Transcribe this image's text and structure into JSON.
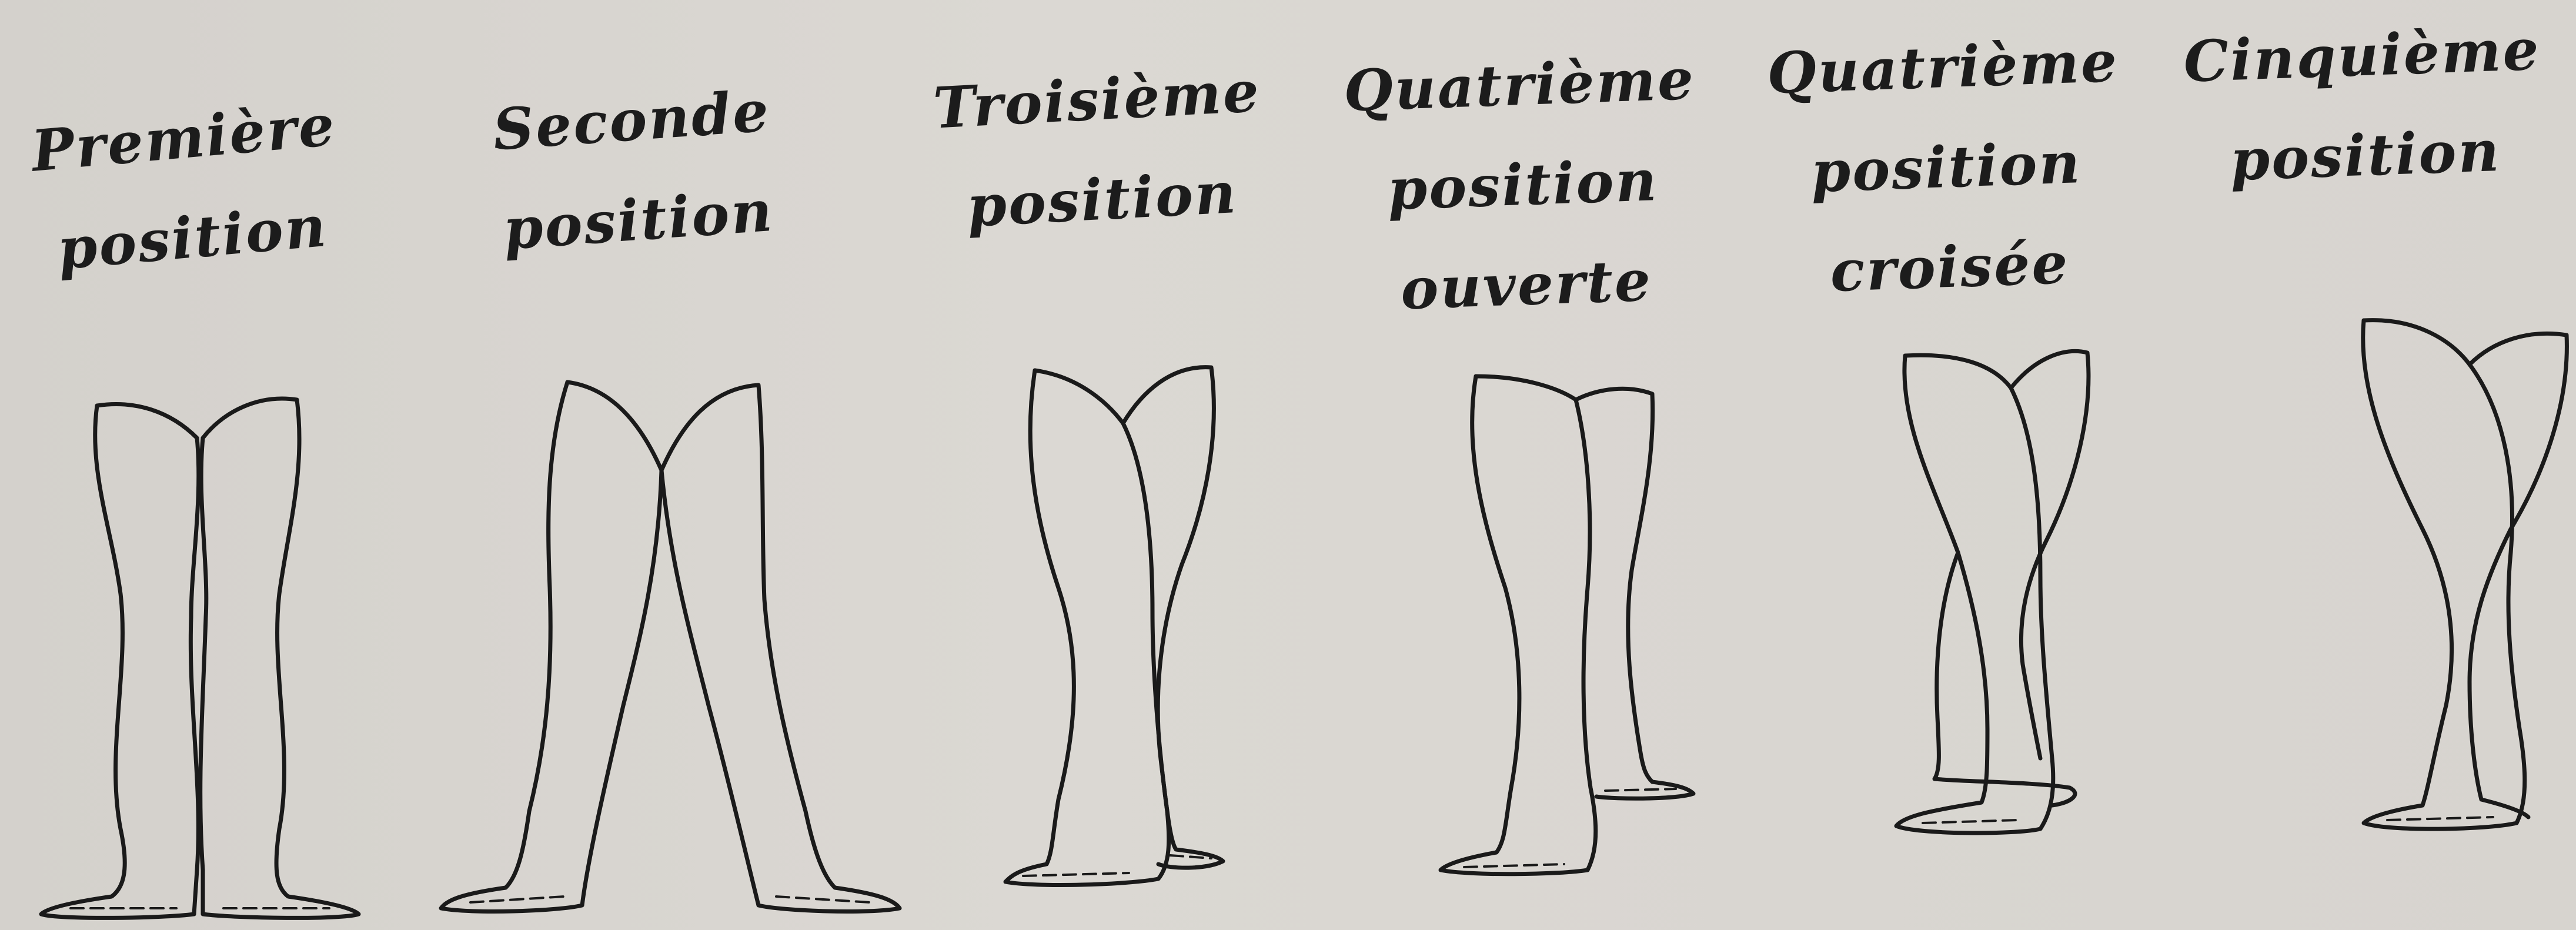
{
  "figure": {
    "positions": [
      {
        "id": "premiere",
        "lines": [
          "Première",
          "position"
        ]
      },
      {
        "id": "seconde",
        "lines": [
          "Seconde",
          "position"
        ]
      },
      {
        "id": "troisieme",
        "lines": [
          "Troisième",
          "position"
        ]
      },
      {
        "id": "quatrieme-ouverte",
        "lines": [
          "Quatrième",
          "position",
          "ouverte"
        ]
      },
      {
        "id": "quatrieme-croisee",
        "lines": [
          "Quatrième",
          "position",
          "croisée"
        ]
      },
      {
        "id": "cinquieme",
        "lines": [
          "Cinquième",
          "position"
        ]
      }
    ]
  },
  "colors": {
    "paper": "#d9d6d1",
    "ink": "#1a1a1a"
  }
}
